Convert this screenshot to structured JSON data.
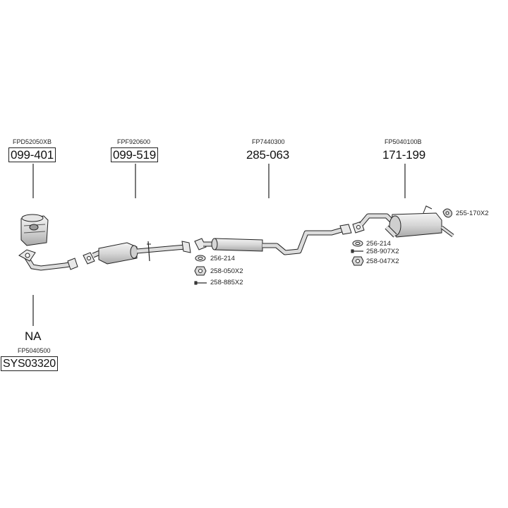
{
  "parts": {
    "cat": {
      "ref": "FPD52050XB",
      "num": "099-401"
    },
    "front": {
      "ref": "FPF920600",
      "num": "099-519"
    },
    "mid": {
      "ref": "FP7440300",
      "num": "285-063"
    },
    "rear": {
      "ref": "FP5040100B",
      "num": "171-199"
    },
    "kit": {
      "num": "NA",
      "ref": "FP5040500",
      "code": "SYS03320"
    }
  },
  "accessories": {
    "a1": "256-214",
    "a2": "258-050X2",
    "a3": "258-885X2",
    "b1": "256-214",
    "b2": "258-907X2",
    "b3": "258-047X2",
    "c1": "255-170X2"
  },
  "colors": {
    "line": "#222222",
    "part_fill": "#e2e2e2",
    "part_dark": "#9a9a9a"
  }
}
